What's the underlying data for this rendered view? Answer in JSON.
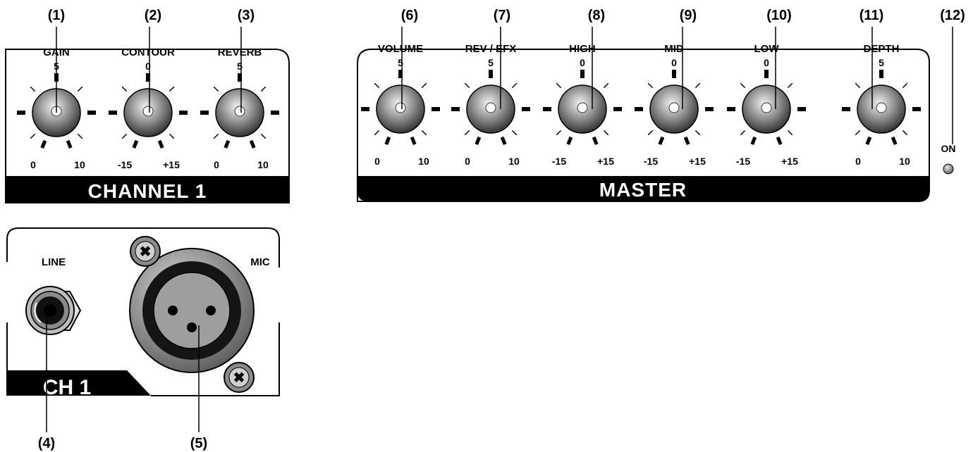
{
  "callouts": [
    "(1)",
    "(2)",
    "(3)",
    "(4)",
    "(5)",
    "(6)",
    "(7)",
    "(8)",
    "(9)",
    "(10)",
    "(11)",
    "(12)"
  ],
  "channel1": {
    "title": "CHANNEL 1",
    "knobs": [
      {
        "label": "GAIN",
        "top": "5",
        "min": "0",
        "max": "10"
      },
      {
        "label": "CONTOUR",
        "top": "0",
        "min": "-15",
        "max": "+15"
      },
      {
        "label": "REVERB",
        "top": "5",
        "min": "0",
        "max": "10"
      }
    ]
  },
  "master": {
    "title": "MASTER",
    "knobs": [
      {
        "label": "VOLUME",
        "top": "5",
        "min": "0",
        "max": "10"
      },
      {
        "label": "REV / EFX",
        "top": "5",
        "min": "0",
        "max": "10"
      },
      {
        "label": "HIGH",
        "top": "0",
        "min": "-15",
        "max": "+15"
      },
      {
        "label": "MID",
        "top": "0",
        "min": "-15",
        "max": "+15"
      },
      {
        "label": "LOW",
        "top": "0",
        "min": "-15",
        "max": "+15"
      },
      {
        "label": "DEPTH",
        "top": "5",
        "min": "0",
        "max": "10"
      }
    ]
  },
  "power": {
    "label": "ON"
  },
  "inputs": {
    "line_label": "LINE",
    "mic_label": "MIC",
    "channel_tag": "CH 1"
  }
}
